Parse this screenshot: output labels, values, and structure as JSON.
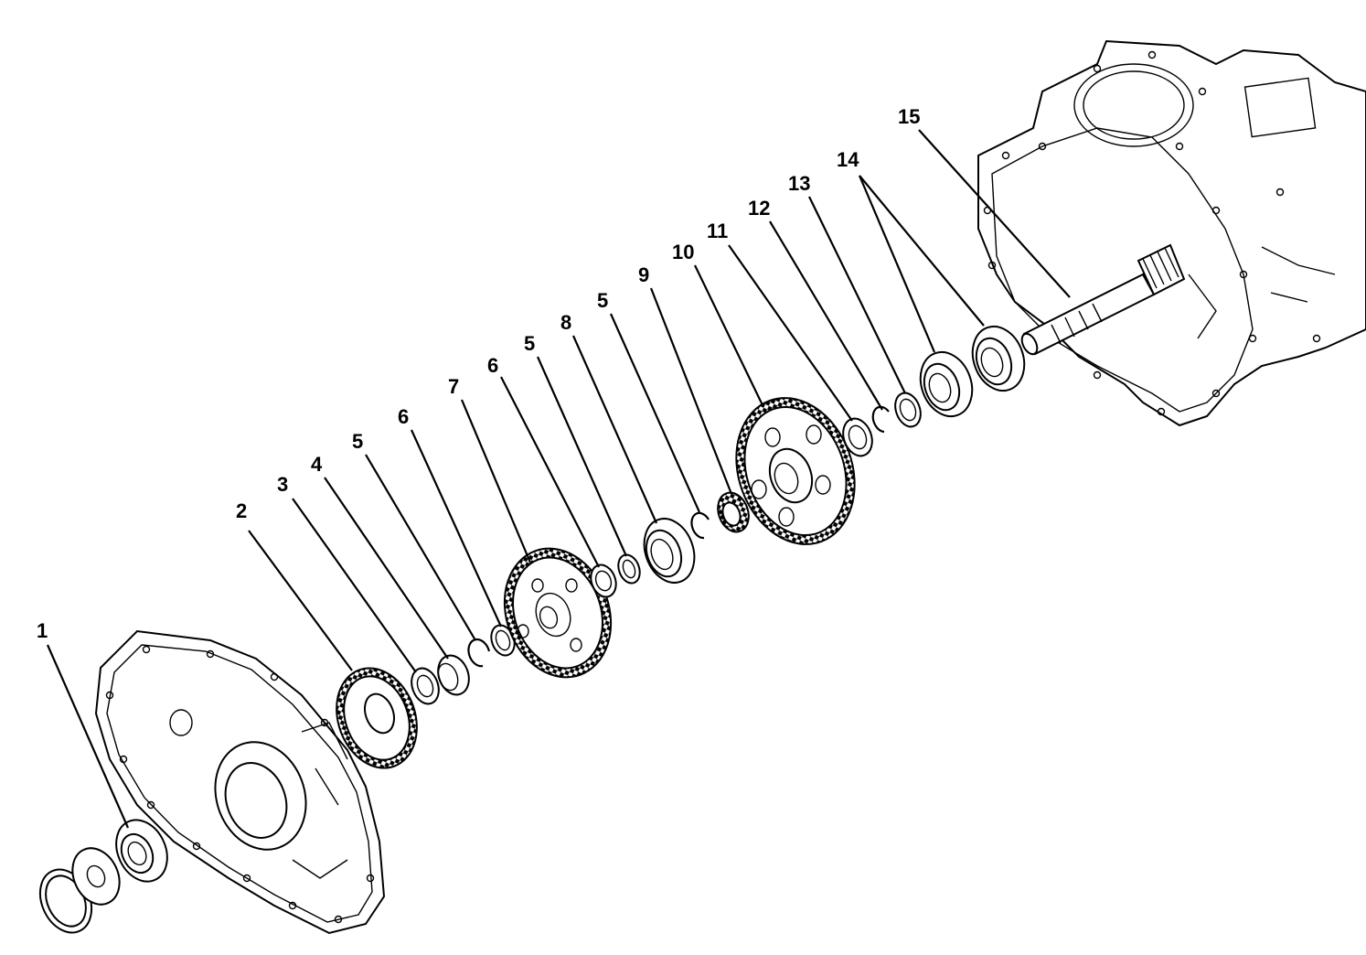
{
  "diagram": {
    "callouts": [
      {
        "id": "c1",
        "label": "1"
      },
      {
        "id": "c2",
        "label": "2"
      },
      {
        "id": "c3",
        "label": "3"
      },
      {
        "id": "c4",
        "label": "4"
      },
      {
        "id": "c5a",
        "label": "5"
      },
      {
        "id": "c6a",
        "label": "6"
      },
      {
        "id": "c7",
        "label": "7"
      },
      {
        "id": "c6b",
        "label": "6"
      },
      {
        "id": "c5b",
        "label": "5"
      },
      {
        "id": "c8",
        "label": "8"
      },
      {
        "id": "c5c",
        "label": "5"
      },
      {
        "id": "c9",
        "label": "9"
      },
      {
        "id": "c10",
        "label": "10"
      },
      {
        "id": "c11",
        "label": "11"
      },
      {
        "id": "c12",
        "label": "12"
      },
      {
        "id": "c13",
        "label": "13"
      },
      {
        "id": "c14",
        "label": "14"
      },
      {
        "id": "c15",
        "label": "15"
      }
    ]
  }
}
